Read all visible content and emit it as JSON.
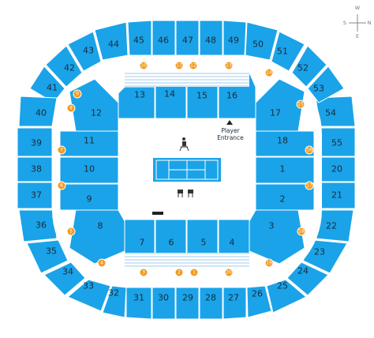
{
  "compass": {
    "n": "N",
    "e": "E",
    "s": "S",
    "w": "W"
  },
  "court": {
    "player_entrance_line1": "Player",
    "player_entrance_line2": "Entrance"
  },
  "icons": [
    "compass-icon",
    "umpire-chair-icon",
    "tennis-court-icon",
    "camera-icon",
    "player-entrance-arrow-icon"
  ],
  "colors": {
    "section": "#1aa3e8",
    "entrance": "#f39a1e",
    "stripe": "#cfe6f6"
  },
  "sections": [
    "1",
    "2",
    "3",
    "4",
    "5",
    "6",
    "7",
    "8",
    "9",
    "10",
    "11",
    "12",
    "13",
    "14",
    "15",
    "16",
    "17",
    "18",
    "20",
    "21",
    "22",
    "23",
    "24",
    "25",
    "26",
    "27",
    "28",
    "29",
    "30",
    "31",
    "32",
    "33",
    "34",
    "35",
    "36",
    "37",
    "38",
    "39",
    "40",
    "41",
    "42",
    "43",
    "44",
    "45",
    "46",
    "47",
    "48",
    "49",
    "50",
    "51",
    "52",
    "53",
    "54",
    "55"
  ],
  "entrances": [
    "1",
    "2",
    "3",
    "4",
    "5",
    "6",
    "7",
    "8",
    "9",
    "10",
    "11",
    "12",
    "13",
    "14",
    "15",
    "16",
    "17",
    "18",
    "19",
    "20"
  ]
}
